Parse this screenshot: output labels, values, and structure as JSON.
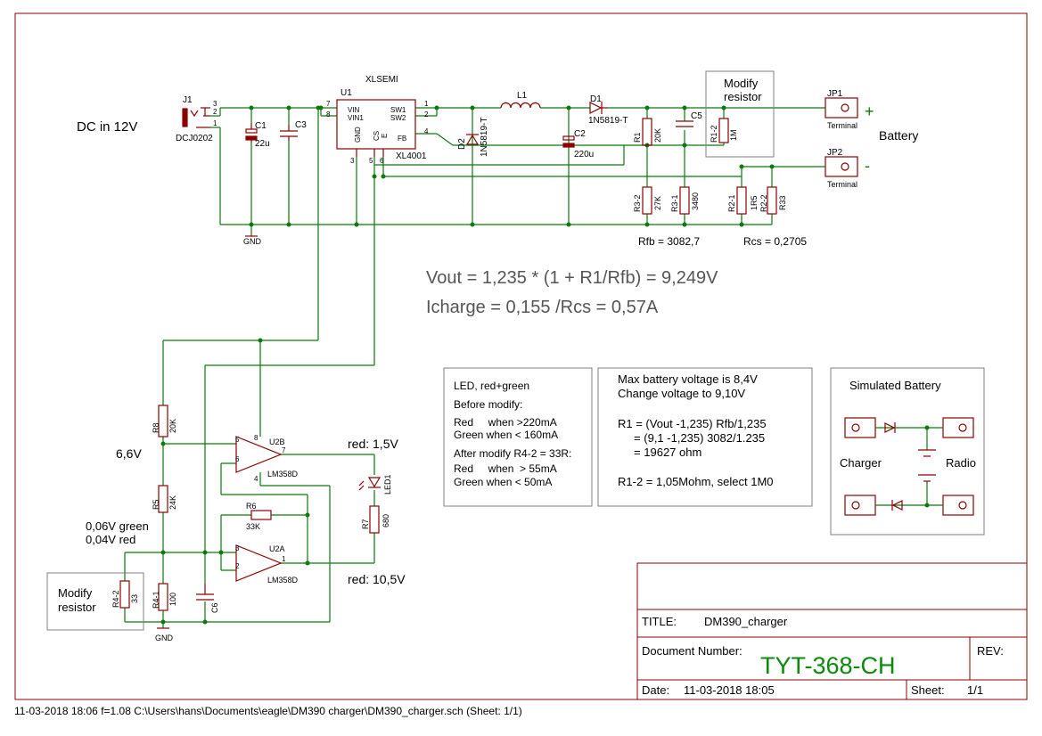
{
  "labels": {
    "dc_in": "DC in 12V",
    "xlsemi": "XLSEMI",
    "j1": "J1",
    "j1_pin3": "3",
    "j1_pin2": "2",
    "j1_pin1": "1",
    "j1_value": "DCJ0202",
    "c1": "C1",
    "c1_value": "22u",
    "c3": "C3",
    "gnd": "GND",
    "u1": "U1",
    "u1_vin": "VIN",
    "u1_vin1": "VIN1",
    "u1_sw1": "SW1",
    "u1_sw2": "SW2",
    "u1_gnd": "GND",
    "u1_cs": "CS",
    "u1_e": "E",
    "u1_fb": "FB",
    "u1_value": "XL4001",
    "u1_pin7": "7",
    "u1_pin8": "8",
    "u1_pin1": "1",
    "u1_pin2": "2",
    "u1_pin4": "4",
    "u1_pin3": "3",
    "u1_pin5": "5",
    "u1_pin6": "6",
    "l1": "L1",
    "d1": "D1",
    "d1_value": "1N5819-T",
    "d2": "D2",
    "d2_value": "1N5819-T",
    "c2": "C2",
    "c2_value": "220u",
    "c5": "C5",
    "r1": "R1",
    "r1_value": "20K",
    "r1_2": "R1-2",
    "r1_2_value": "1M",
    "modify_resistor_1": "Modify",
    "modify_resistor_2": "resistor",
    "jp1": "JP1",
    "jp1_value": "Terminal",
    "jp2": "JP2",
    "jp2_value": "Terminal",
    "plus": "+",
    "minus": "-",
    "battery": "Battery",
    "r3_2": "R3-2",
    "r3_2_value": "27K",
    "r3_1": "R3-1",
    "r3_1_value": "3480",
    "r2_1": "R2-1",
    "r2_1_value": "1R5",
    "r2_2": "R2-2",
    "r2_2_value": "R33",
    "rfb": "Rfb = 3082,7",
    "rcs": "Rcs = 0,2705",
    "vout_formula": "Vout = 1,235 * (1 + R1/Rfb) = 9,249V",
    "icharge_formula": "Icharge = 0,155 /Rcs = 0,57A",
    "r8": "R8",
    "r8_value": "20K",
    "v66": "6,6V",
    "r5": "R5",
    "r5_value": "24K",
    "v006": "0,06V green",
    "v004": "0,04V red",
    "r4_1": "R4-1",
    "r4_1_value": "100",
    "r4_2": "R4-2",
    "r4_2_value": "33",
    "modify_resistor_3": "Modify",
    "modify_resistor_4": "resistor",
    "u2b": "U2B",
    "u2b_value": "LM358D",
    "u2b_pin5": "5",
    "u2b_pin6": "6",
    "u2b_pin7": "7",
    "u2b_pin8": "8",
    "u2b_pin4": "4",
    "u2a": "U2A",
    "u2a_value": "LM358D",
    "u2a_pin3": "3",
    "u2a_pin2": "2",
    "u2a_pin1": "1",
    "r6": "R6",
    "r6_value": "33K",
    "c6": "C6",
    "red15": "red: 1,5V",
    "red105": "red: 10,5V",
    "led1": "LED1",
    "r7": "R7",
    "r7_value": "680"
  },
  "notes": {
    "led_box": [
      "LED, red+green",
      "Before modify:",
      "Red     when >220mA",
      "Green when < 160mA",
      "After modify R4-2 = 33R:",
      "Red     when  > 55mA",
      "Green when < 50mA"
    ],
    "calc_box": [
      "Max battery voltage is 8,4V",
      "Change voltage to 9,10V",
      "",
      "R1 = (Vout -1,235) Rfb/1,235",
      "     = (9,1 -1,235) 3082/1.235",
      "     = 19627 ohm",
      "",
      "R1-2 = 1,05Mohm, select 1M0"
    ],
    "sim_battery_title": "Simulated Battery",
    "charger": "Charger",
    "radio": "Radio"
  },
  "title_block": {
    "title_label": "TITLE:",
    "title_value": "DM390_charger",
    "doc_number_label": "Document Number:",
    "doc_number_value": "TYT-368-CH",
    "rev_label": "REV:",
    "date_label": "Date:",
    "date_value": "11-03-2018 18:05",
    "sheet_label": "Sheet:",
    "sheet_value": "1/1"
  },
  "footer": "11-03-2018 18:06  f=1.08  C:\\Users\\hans\\Documents\\eagle\\DM390 charger\\DM390_charger.sch (Sheet: 1/1)",
  "colors": {
    "frame": "#8b0000",
    "wire": "#0a7a0a",
    "doc_number": "#0a8a0a"
  }
}
